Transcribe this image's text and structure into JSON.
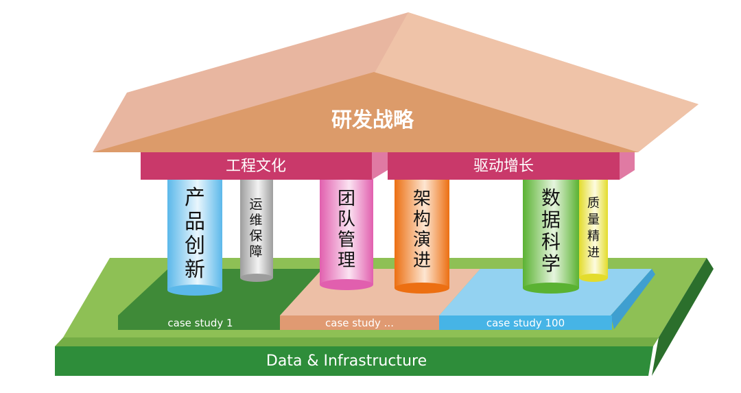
{
  "roof": {
    "title": "研发战略"
  },
  "beams": [
    {
      "label": "工程文化"
    },
    {
      "label": "驱动增长"
    }
  ],
  "pillars": [
    {
      "label": "产品创新",
      "color": "#6cc3ee"
    },
    {
      "label": "运维保障",
      "color": "#b9b9b9"
    },
    {
      "label": "团队管理",
      "color": "#e873b9"
    },
    {
      "label": "架构演进",
      "color": "#ef7b1e"
    },
    {
      "label": "数据科学",
      "color": "#6cbf3b"
    },
    {
      "label": "质量精进",
      "color": "#e8e33c"
    }
  ],
  "case_studies": [
    {
      "label": "case study 1",
      "color": "#3f8a38"
    },
    {
      "label": "case study ...",
      "color": "#e09a72"
    },
    {
      "label": "case study 100",
      "color": "#46b4e6"
    }
  ],
  "base": {
    "label": "Data & Infrastructure",
    "color": "#2e8d3a"
  },
  "colors": {
    "roof_back": "#e8b6a0",
    "roof_front": "#dc9b6a",
    "beam": "#c9396a",
    "ground": "#8ec055"
  }
}
